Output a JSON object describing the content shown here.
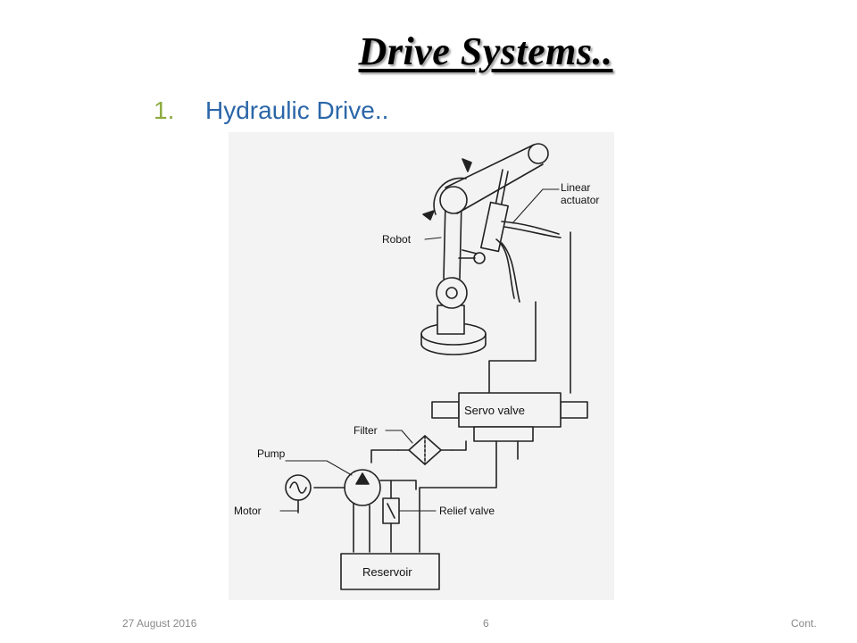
{
  "slide": {
    "title": "Drive Systems..",
    "list_number": "1.",
    "list_text": "Hydraulic Drive.."
  },
  "diagram": {
    "labels": {
      "linear_actuator_1": "Linear",
      "linear_actuator_2": "actuator",
      "robot": "Robot",
      "servo_valve": "Servo valve",
      "filter": "Filter",
      "pump": "Pump",
      "motor": "Motor",
      "relief_valve": "Relief valve",
      "reservoir": "Reservoir"
    }
  },
  "footer": {
    "date": "27 August 2016",
    "page": "6",
    "cont": "Cont."
  }
}
